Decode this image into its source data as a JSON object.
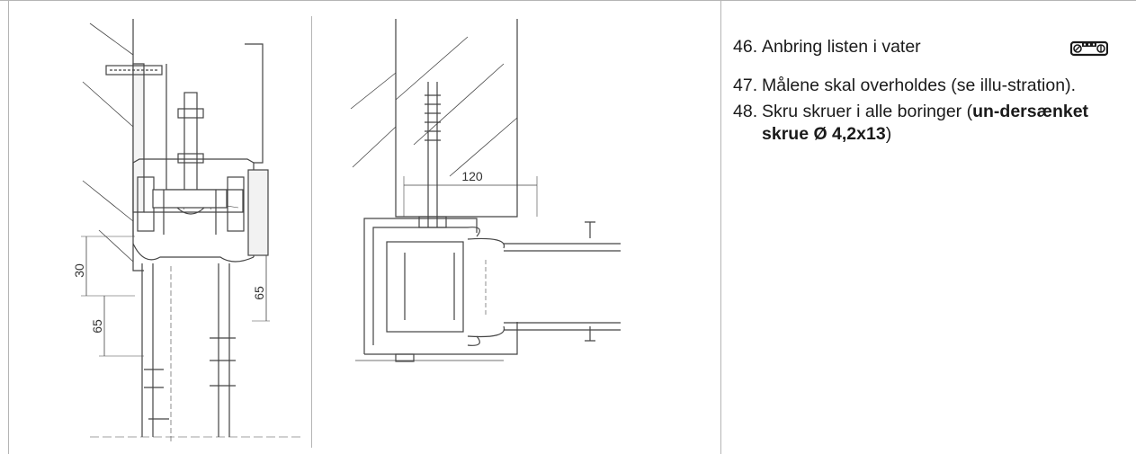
{
  "instructions": {
    "steps": [
      {
        "number": "46.",
        "text": "Anbring listen i vater"
      },
      {
        "number": "47.",
        "text": "Målene skal overholdes (se illu-stration)."
      },
      {
        "number": "48.",
        "text_before": "Skru skruer i alle boringer (",
        "text_bold": "un-dersænket skrue Ø 4,2x13",
        "text_after": ")"
      }
    ],
    "icon": "spirit-level-icon"
  },
  "drawing_left": {
    "dimensions": [
      "30",
      "65",
      "65"
    ]
  },
  "drawing_right": {
    "dimensions": [
      "120"
    ]
  }
}
